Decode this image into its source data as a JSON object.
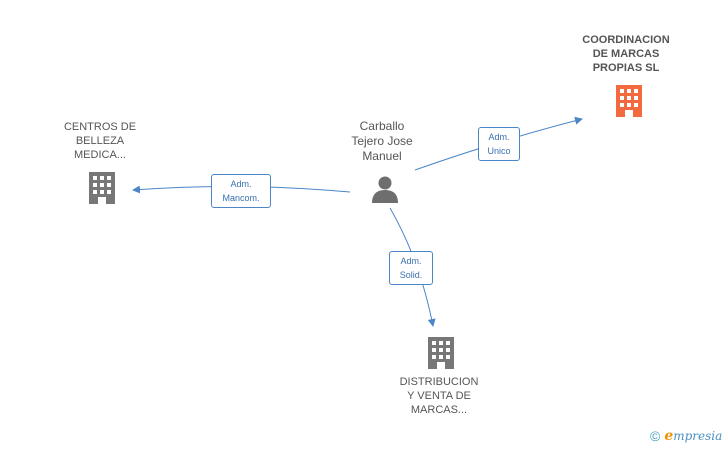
{
  "colors": {
    "edge": "#4a86c8",
    "building_default": "#777777",
    "building_highlight": "#f26a3d",
    "person": "#6e6e6e"
  },
  "nodes": {
    "coordinacion": {
      "lines": [
        "COORDINACION",
        "DE MARCAS",
        "PROPIAS SL"
      ],
      "icon": "building-icon"
    },
    "centros": {
      "lines": [
        "CENTROS DE",
        "BELLEZA",
        "MEDICA..."
      ],
      "icon": "building-icon"
    },
    "person": {
      "lines": [
        "Carballo",
        "Tejero Jose",
        "Manuel"
      ],
      "icon": "person-icon"
    },
    "distribucion": {
      "lines": [
        "DISTRIBUCION",
        "Y VENTA DE",
        "MARCAS..."
      ],
      "icon": "building-icon"
    }
  },
  "edges": {
    "unico": {
      "lines": [
        "Adm.",
        "Unico"
      ]
    },
    "mancom": {
      "lines": [
        "Adm.",
        "Mancom."
      ]
    },
    "solid": {
      "lines": [
        "Adm.",
        "Solid."
      ]
    }
  },
  "footer": {
    "copyright": "©",
    "brand_initial": "e",
    "brand_rest": "mpresia"
  }
}
